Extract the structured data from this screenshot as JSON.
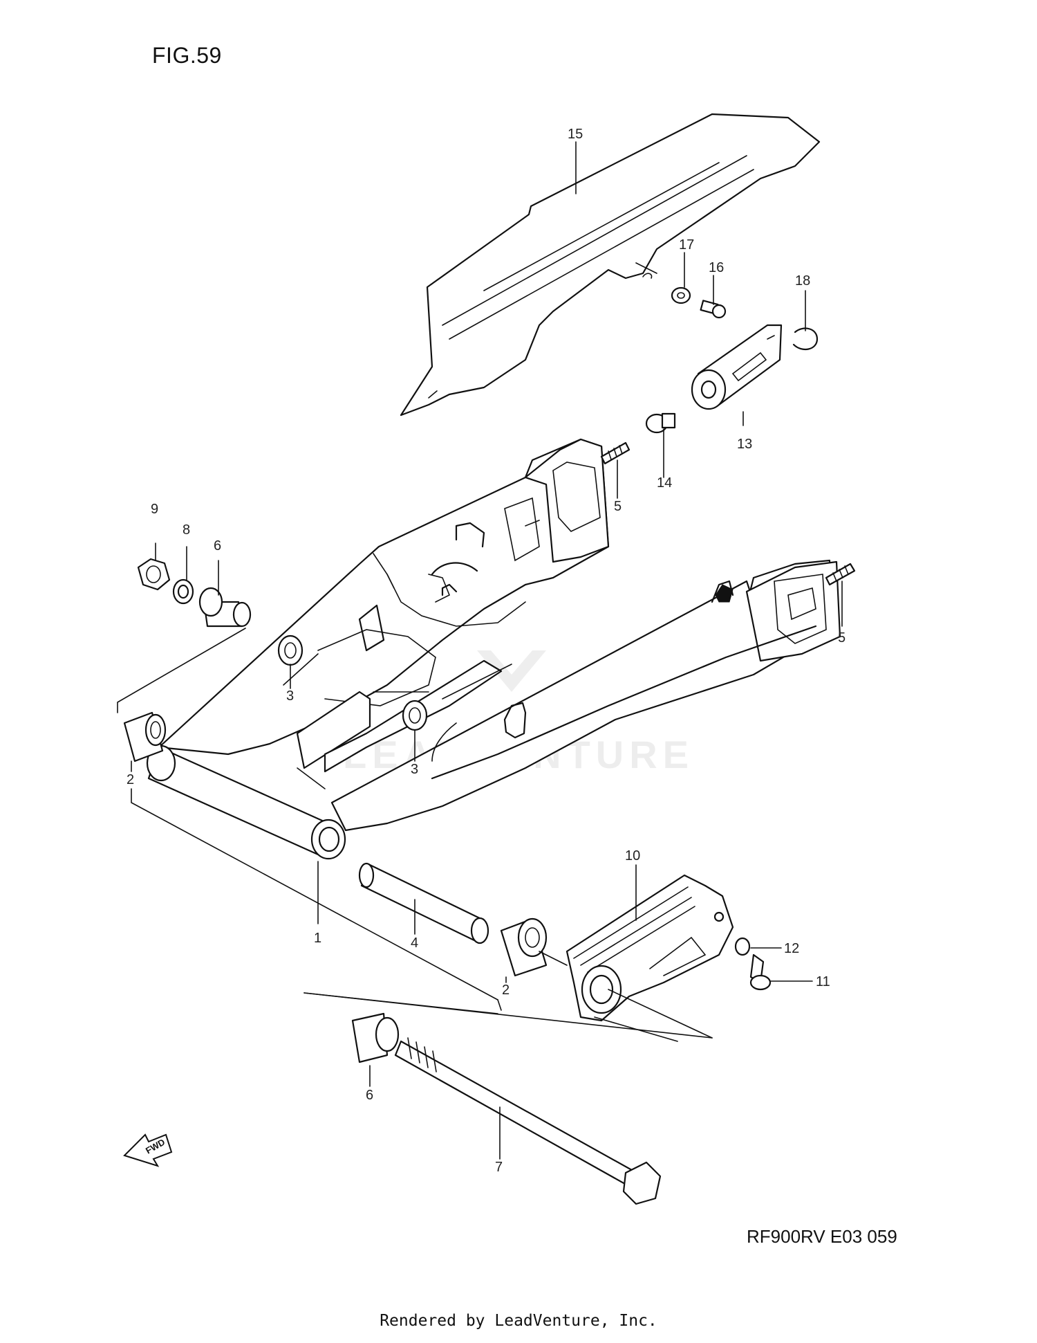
{
  "figure": {
    "title": "FIG.59",
    "model_code": "RF900RV E03  059",
    "footer": "Rendered by LeadVenture, Inc.",
    "watermark_text": "LEADVENTURE",
    "fwd_label": "FWD"
  },
  "callouts": [
    "1",
    "2",
    "2",
    "3",
    "3",
    "4",
    "5",
    "5",
    "6",
    "6",
    "7",
    "8",
    "9",
    "10",
    "11",
    "12",
    "13",
    "14",
    "15",
    "16",
    "17",
    "18"
  ]
}
